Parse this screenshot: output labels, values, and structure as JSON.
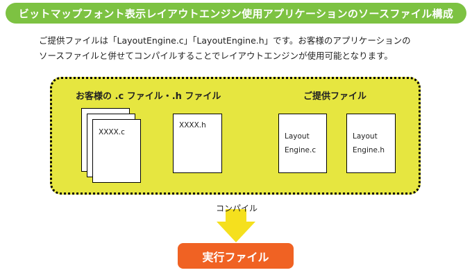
{
  "header": {
    "title": "ビットマップフォント表示レイアウトエンジン使用アプリケーションのソースファイル構成"
  },
  "description": {
    "line1": "ご提供ファイルは「LayoutEngine.c」「LayoutEngine.h」です。お客様のアプリケーションの",
    "line2": "ソースファイルと併せてコンパイルすることでレイアウトエンジンが使用可能となります。"
  },
  "diagram": {
    "customer_label": "お客様の .c ファイル・.h ファイル",
    "provided_label": "ご提供ファイル",
    "customer_c_file": "XXXX.c",
    "customer_h_file": "XXXX.h",
    "provided_c_file": {
      "line1": "Layout",
      "line2": "Engine.c"
    },
    "provided_h_file": {
      "line1": "Layout",
      "line2": "Engine.h"
    },
    "compile_label": "コンパイル",
    "executable_label": "実行ファイル"
  },
  "colors": {
    "header_bg": "#7dc242",
    "panel_bg": "#e6e640",
    "arrow": "#f5e01e",
    "executable_bg": "#f06223"
  }
}
